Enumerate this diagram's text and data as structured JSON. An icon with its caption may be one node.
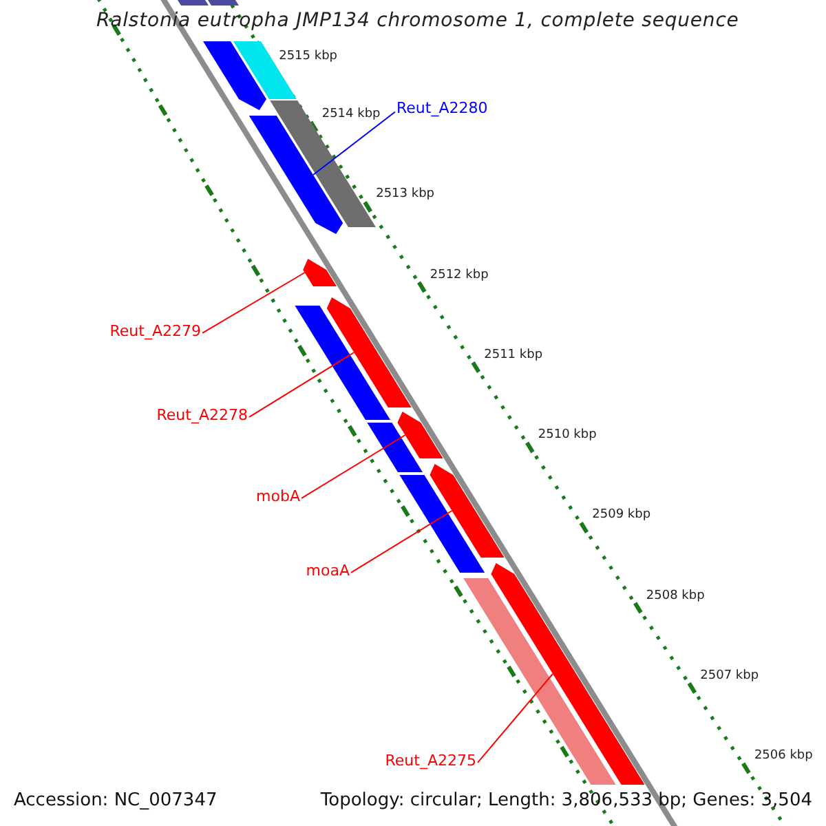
{
  "diagram": {
    "title": "Ralstonia eutropha JMP134 chromosome 1, complete sequence",
    "nodes": [
      {
        "text": [
          "Reut_A2280"
        ]
      },
      {
        "text": [
          "Reut_A2279"
        ]
      },
      {
        "text": [
          "Reut_A2278"
        ]
      },
      {
        "text": [
          "mobA"
        ]
      },
      {
        "text": [
          "moaA"
        ]
      },
      {
        "text": [
          "Reut_A2275"
        ]
      },
      {
        "text": [],
        "shape": "bar"
      },
      {
        "text": [],
        "shape": "bar"
      },
      {
        "text": [],
        "shape": "bar"
      },
      {
        "text": [],
        "shape": "bar"
      },
      {
        "text": [],
        "shape": "bar"
      },
      {
        "text": [],
        "shape": "bar"
      },
      {
        "text": [],
        "shape": "bar"
      },
      {
        "text": [],
        "shape": "bar"
      },
      {
        "text": [],
        "shape": "bar"
      },
      {
        "text": [],
        "shape": "bar"
      },
      {
        "text": [],
        "shape": "bar"
      },
      {
        "text": [],
        "shape": "bar"
      },
      {
        "text": [],
        "shape": "bar"
      },
      {
        "text": [],
        "shape": "bar"
      },
      {
        "text": [],
        "shape": "bar"
      }
    ],
    "edges": [
      {
        "from": 0,
        "to": 11,
        "arrow": "none",
        "color": "#0000ff"
      },
      {
        "from": 1,
        "to": 12,
        "arrow": "none"
      },
      {
        "from": 2,
        "to": 13,
        "arrow": "none"
      },
      {
        "from": 3,
        "to": 15,
        "arrow": "none"
      },
      {
        "from": 4,
        "to": 17,
        "arrow": "none"
      },
      {
        "from": 5,
        "to": 19,
        "arrow": "none"
      }
    ],
    "labels": [
      "2515 kbp",
      "2514 kbp",
      "2513 kbp",
      "2512 kbp",
      "2511 kbp",
      "2510 kbp",
      "2509 kbp",
      "2508 kbp",
      "2507 kbp",
      "2506 kbp",
      "Accession: NC_007347",
      "Topology: circular; Length: 3,806,533 bp; Genes: 3,504"
    ]
  }
}
